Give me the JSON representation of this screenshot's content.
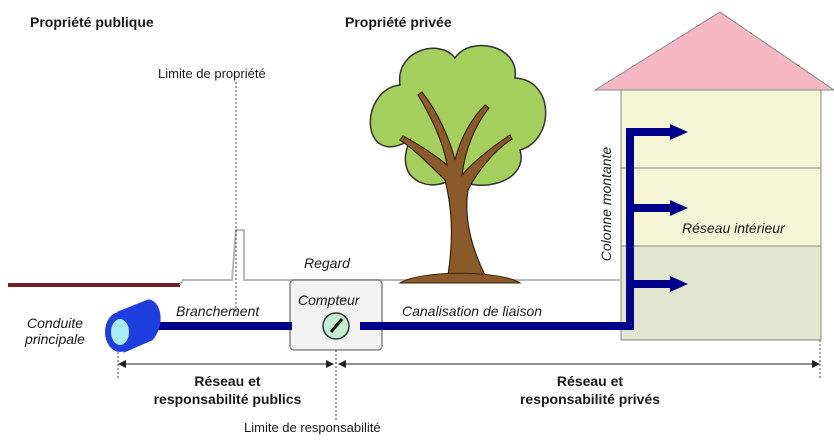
{
  "labels": {
    "public_property": "Propriété publique",
    "private_property": "Propriété privée",
    "property_limit": "Limite de propriété",
    "manhole": "Regard",
    "meter": "Compteur",
    "branch": "Branchement",
    "connection_pipe": "Canalisation de liaison",
    "main_pipe_line1": "Conduite",
    "main_pipe_line2": "principale",
    "riser": "Colonne montante",
    "indoor_network": "Réseau intérieur",
    "public_network_line1": "Réseau et",
    "public_network_line2": "responsabilité publics",
    "private_network_line1": "Réseau et",
    "private_network_line2": "responsabilité privés",
    "responsibility_limit": "Limite de responsabilité"
  },
  "colors": {
    "pipe": "#00008b",
    "roof": "#f6b8c4",
    "house_wall": "#f3f5d4",
    "house_lower": "#e2e5cf",
    "foliage": "#a4cf5c",
    "trunk": "#8b5a2b",
    "main_pipe": "#1f3ee0",
    "main_pipe_end": "#a8ecf4",
    "road": "#6e1f1f"
  }
}
